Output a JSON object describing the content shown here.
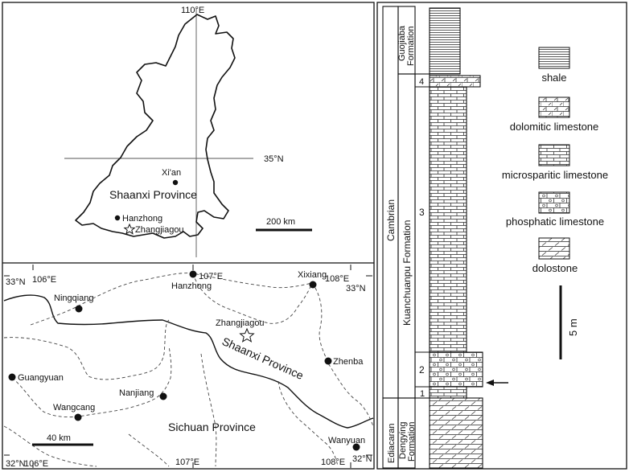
{
  "province_map": {
    "lon_label": "110°E",
    "lat_label": "35°N",
    "city_xian": "Xi'an",
    "province_label": "Shaanxi Province",
    "city_hanzhong": "Hanzhong",
    "site_label": "Zhangjiagou",
    "scale_label": "200 km"
  },
  "detail_map": {
    "lat_nw": "33°N",
    "lon_106": "106°E",
    "lon_107_top": "107°E",
    "lon_108_top": "108°E",
    "lat_ne": "33°N",
    "lat_sw": "32°N",
    "lon_106_bot": "106°E",
    "lon_107_bot": "107°E",
    "lon_108_bot": "108°E",
    "lat_se": "32°N",
    "towns": {
      "hanzhong": "Hanzhong",
      "xixiang": "Xixiang",
      "ningqiang": "Ningqiang",
      "zhangjiagou": "Zhangjiagou",
      "guangyuan": "Guangyuan",
      "nanjiang": "Nanjiang",
      "zhenba": "Zhenba",
      "wangcang": "Wangcang",
      "wanyuan": "Wanyuan"
    },
    "shaanxi": "Shaanxi Province",
    "sichuan": "Sichuan Province",
    "scale_label": "40 km"
  },
  "column": {
    "system": "Cambrian",
    "ediacaran": "Ediacaran",
    "guojiaba_1": "Guojiaba",
    "guojiaba_2": "Formation",
    "kuanchuanpu": "Kuanchuanpu Formation",
    "dengying_1": "Dengying",
    "dengying_2": "Formation",
    "beds": [
      "1",
      "2",
      "3",
      "4"
    ],
    "scale_label": "5 m"
  },
  "legend": [
    {
      "label": "shale"
    },
    {
      "label": "dolomitic limestone"
    },
    {
      "label": "microsparitic limestone"
    },
    {
      "label": "phosphatic limestone"
    },
    {
      "label": "dolostone"
    }
  ]
}
